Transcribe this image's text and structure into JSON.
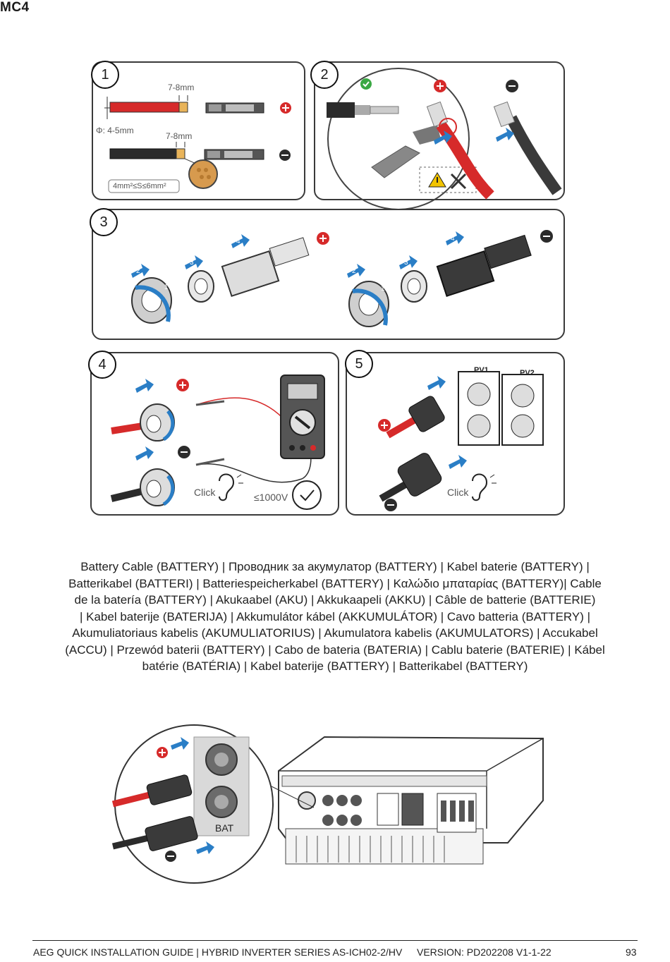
{
  "section": {
    "title": "MC4"
  },
  "steps": {
    "s1": {
      "number": "1",
      "strip_length_top": "7-8mm",
      "diameter": "Φ: 4-5mm",
      "strip_length_bottom": "7-8mm",
      "cross_section": "4mm²≤S≤6mm²"
    },
    "s2": {
      "number": "2"
    },
    "s3": {
      "number": "3"
    },
    "s4": {
      "number": "4",
      "click": "Click",
      "voltage_limit": "≤1000V"
    },
    "s5": {
      "number": "5",
      "pv1": "PV1",
      "pv2": "PV2",
      "click": "Click"
    }
  },
  "arrow_numbers": {
    "one": "1",
    "two": "2",
    "three": "3",
    "four": "4"
  },
  "caption": {
    "line1": "Battery Cable (BATTERY) | Проводник за акумулатор (BATTERY) | Kabel baterie (BATTERY) |",
    "line2": "Batterikabel (BATTERI) | Batteriespeicherkabel (BATTERY) | Καλώδιο μπαταρίας (BATTERY)| Cable",
    "line3": "de la batería (BATTERY) | Akukaabel (AKU) | Akkukaapeli (AKKU) | Câble de batterie (BATTERIE)",
    "line4": "| Kabel baterije (BATERIJA) | Akkumulátor kábel (AKKUMULÁTOR) | Cavo batteria (BATTERY) |",
    "line5": "Akumuliatoriaus kabelis (AKUMULIATORIUS) | Akumulatora kabelis (AKUMULATORS) | Accukabel",
    "line6": "(ACCU) | Przewód baterii (BATTERY) | Cabo de bateria (BATERIA) | Cablu baterie (BATERIE) | Kábel",
    "line7": "batérie (BATÉRIA) | Kabel baterije (BATTERY) | Batterikabel (BATTERY)"
  },
  "inverter": {
    "bat_label": "BAT"
  },
  "footer": {
    "left": "AEG QUICK INSTALLATION GUIDE | HYBRID INVERTER SERIES AS-ICH02-2/HV",
    "version": "VERSION: PD202208 V1-1-22",
    "page": "93"
  },
  "colors": {
    "red_cable": "#d62a2a",
    "black_cable": "#2b2b2b",
    "blue_arrow": "#2a7ec6",
    "green_check": "#3aa843"
  },
  "icons": [
    "plus-icon",
    "minus-icon",
    "check-icon",
    "warning-icon",
    "tools-icon",
    "ear-icon",
    "rotate-arrow-icon"
  ]
}
